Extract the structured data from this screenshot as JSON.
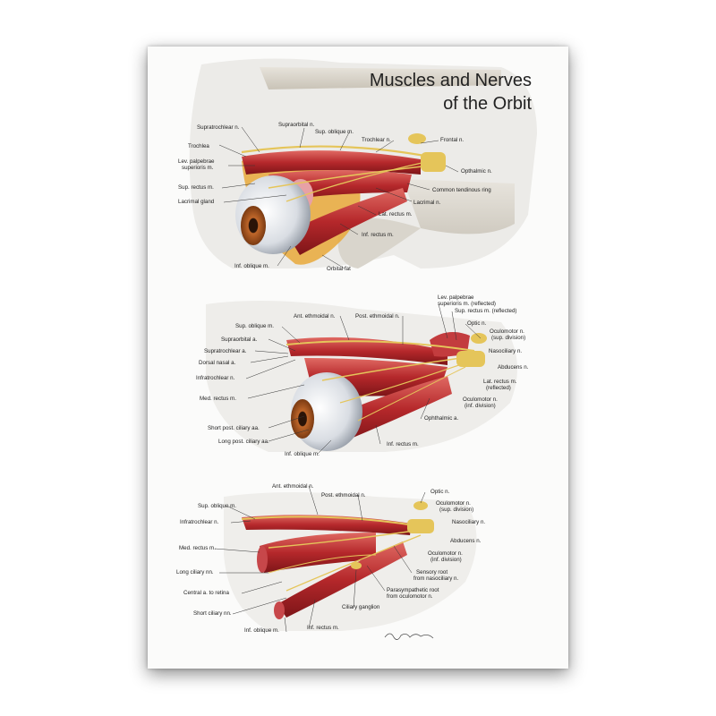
{
  "poster": {
    "title_line1": "Muscles and Nerves",
    "title_line2": "of the Orbit"
  },
  "panel_top": {
    "labels": {
      "supratrochlear_n": "Supratrochlear n.",
      "supraorbital_n": "Supraorbital n.",
      "sup_oblique_m": "Sup. oblique m.",
      "trochlear_n": "Trochlear n.",
      "frontal_n": "Frontal n.",
      "trochlea": "Trochlea",
      "lev_palpebrae_1": "Lev. palpebrae",
      "lev_palpebrae_2": "superioris m.",
      "opthalmic_n": "Opthalmic n.",
      "sup_rectus_m": "Sup. rectus m.",
      "common_tendinous_ring": "Common tendinous ring",
      "lacrimal_gland": "Lacrimal gland",
      "lacrimal_n": "Lacrimal n.",
      "lat_rectus_m": "Lat. rectus m.",
      "inf_rectus_m": "Inf. rectus m.",
      "inf_oblique_m": "Inf. oblique m.",
      "orbital_fat": "Orbital fat"
    }
  },
  "panel_middle": {
    "labels": {
      "lev_palpebrae_reflected_1": "Lev. palpebrae",
      "lev_palpebrae_reflected_2": "superioris m. (reflected)",
      "sup_rectus_reflected": "Sup. rectus m. (reflected)",
      "ant_ethmoidal_n": "Ant. ethmoidal n.",
      "post_ethmoidal_n": "Post. ethmoidal n.",
      "optic_n": "Optic n.",
      "sup_oblique_m": "Sup. oblique m.",
      "oculomotor_sup_1": "Oculomotor n.",
      "oculomotor_sup_2": "(sup. division)",
      "supraorbital_a": "Supraorbital a.",
      "nasociliary_n": "Nasociliary n.",
      "supratrochlear_a": "Supratrochlear a.",
      "dorsal_nasal_a": "Dorsal nasal a.",
      "abducens_n": "Abducens n.",
      "infratrochlear_n": "Infratrochlear n.",
      "lat_rectus_reflected_1": "Lat. rectus m.",
      "lat_rectus_reflected_2": "(reflected)",
      "med_rectus_m": "Med. rectus m.",
      "oculomotor_inf_1": "Oculomotor n.",
      "oculomotor_inf_2": "(inf. division)",
      "ophthalmic_a": "Ophthalmic a.",
      "short_post_ciliary_aa": "Short post. ciliary aa.",
      "long_post_ciliary_aa": "Long post. ciliary aa.",
      "inf_rectus_m": "Inf. rectus m.",
      "inf_oblique_m": "Inf. oblique m."
    }
  },
  "panel_bottom": {
    "labels": {
      "ant_ethmoidal_n": "Ant. ethmoidal n.",
      "post_ethmoidal_n": "Post. ethmoidal n.",
      "optic_n": "Optic n.",
      "sup_oblique_m": "Sup. oblique m.",
      "oculomotor_sup_1": "Oculomotor n.",
      "oculomotor_sup_2": "(sup. division)",
      "infratrochlear_n": "Infratrochlear n.",
      "nasociliary_n": "Nasociliary n.",
      "abducens_n": "Abducens n.",
      "med_rectus_m": "Med. rectus m.",
      "oculomotor_inf_1": "Oculomotor n.",
      "oculomotor_inf_2": "(inf. division)",
      "long_ciliary_nn": "Long ciliary nn.",
      "sensory_root_1": "Sensory root",
      "sensory_root_2": "from nasociliary n.",
      "central_a_retina": "Central a. to retina",
      "parasympathetic_root_1": "Parasympathetic root",
      "parasympathetic_root_2": "from oculomotor n.",
      "short_ciliary_nn": "Short ciliary nn.",
      "ciliary_ganglion": "Ciliary ganglion",
      "inf_oblique_m": "Inf. oblique m.",
      "inf_rectus_m": "Inf. rectus m."
    }
  },
  "colors": {
    "muscle": "#b5282b",
    "muscle_light": "#e06a63",
    "nerve": "#e5c55a",
    "fat": "#e9a93a",
    "bone": "#d8d3c8",
    "iris": "#a3531a"
  },
  "signature_description": "handwritten artist signature"
}
